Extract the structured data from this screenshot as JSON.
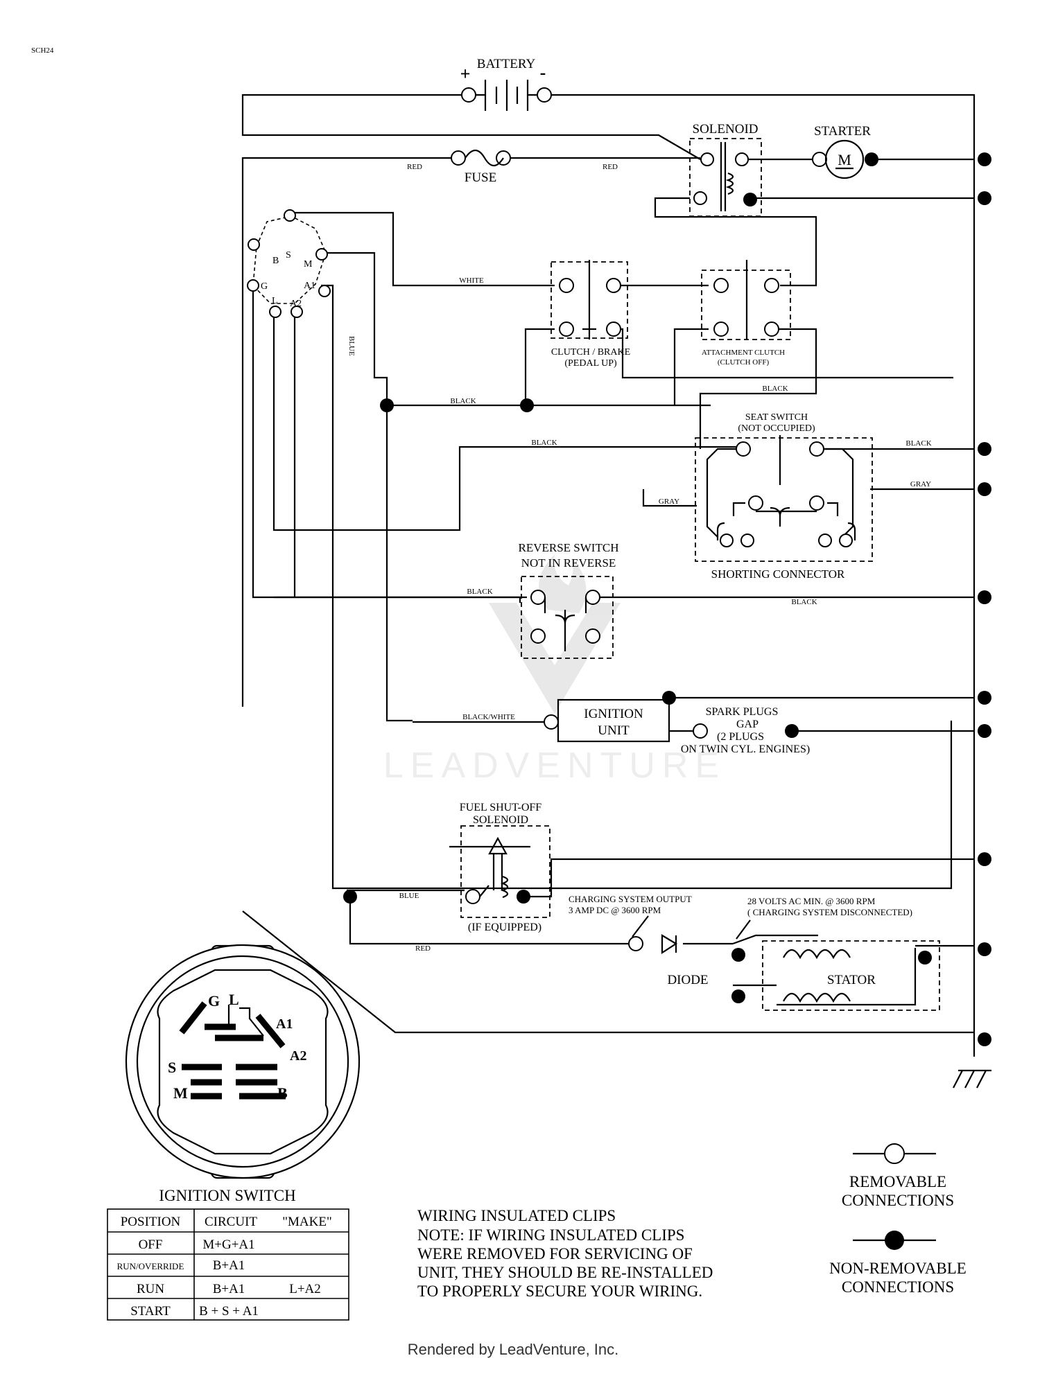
{
  "drawing_code": "SCH24",
  "components": {
    "battery": "BATTERY",
    "battery_pos": "+",
    "battery_neg": "-",
    "solenoid": "SOLENOID",
    "starter": "STARTER",
    "motor_symbol": "M",
    "fuse": "FUSE",
    "clutch_brake": [
      "CLUTCH / BRAKE",
      "(PEDAL UP)"
    ],
    "attachment_clutch": [
      "ATTACHMENT CLUTCH",
      "(CLUTCH OFF)"
    ],
    "seat_switch": [
      "SEAT SWITCH",
      "(NOT OCCUPIED)"
    ],
    "shorting_connector": "SHORTING CONNECTOR",
    "reverse_switch": [
      "REVERSE SWITCH",
      "NOT IN REVERSE"
    ],
    "ignition_unit": [
      "IGNITION",
      "UNIT"
    ],
    "spark_plugs": [
      "SPARK PLUGS",
      "GAP",
      "(2 PLUGS",
      "ON TWIN CYL. ENGINES)"
    ],
    "fuel_solenoid": [
      "FUEL SHUT-OFF",
      "SOLENOID"
    ],
    "if_equipped": "(IF EQUIPPED)",
    "charging_output": [
      "CHARGING SYSTEM OUTPUT",
      "3 AMP DC @ 3600 RPM"
    ],
    "stator_volts": [
      "28 VOLTS AC MIN. @ 3600 RPM",
      "( CHARGING SYSTEM DISCONNECTED)"
    ],
    "diode": "DIODE",
    "stator": "STATOR"
  },
  "switch_terminals": {
    "B": "B",
    "S": "S",
    "M": "M",
    "G": "G",
    "A1": "A1",
    "L": "L",
    "A2": "A2"
  },
  "wire_colors": {
    "red": "RED",
    "white": "WHITE",
    "blue": "BLUE",
    "black": "BLACK",
    "gray": "GRAY",
    "black_white": "BLACK/WHITE"
  },
  "ignition_switch": {
    "title": "IGNITION SWITCH",
    "pins": {
      "G": "G",
      "L": "L",
      "A1": "A1",
      "A2": "A2",
      "S": "S",
      "M": "M",
      "B": "B"
    },
    "columns": [
      "POSITION",
      "CIRCUIT",
      "\"MAKE\""
    ],
    "rows": [
      {
        "position": "OFF",
        "circuit": "M+G+A1",
        "make": ""
      },
      {
        "position": "RUN/OVERRIDE",
        "circuit": "B+A1",
        "make": ""
      },
      {
        "position": "RUN",
        "circuit": "B+A1",
        "make": "L+A2"
      },
      {
        "position": "START",
        "circuit": "B + S + A1",
        "make": ""
      }
    ]
  },
  "note": [
    "WIRING INSULATED CLIPS",
    "NOTE:  IF WIRING INSULATED CLIPS",
    "WERE REMOVED FOR SERVICING OF",
    "UNIT, THEY SHOULD BE RE-INSTALLED",
    "TO PROPERLY SECURE YOUR WIRING."
  ],
  "legend": {
    "removable": [
      "REMOVABLE",
      "CONNECTIONS"
    ],
    "non_removable": [
      "NON-REMOVABLE",
      "CONNECTIONS"
    ]
  },
  "watermark": "LEADVENTURE",
  "footer": "Rendered by LeadVenture, Inc."
}
